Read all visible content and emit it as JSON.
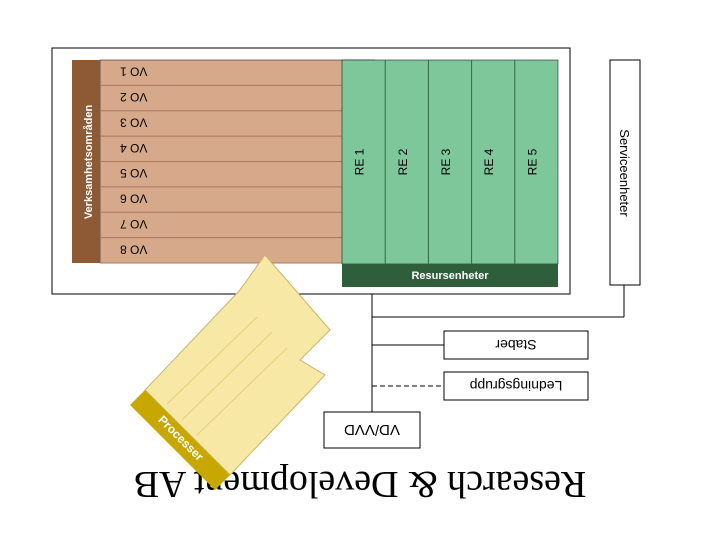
{
  "title": "Research & Development AB",
  "top_box": "VD/VVD",
  "process_arrow_label": "Processer",
  "staff_boxes": [
    {
      "label": "Ledningsgrupp",
      "connector": "dashed"
    },
    {
      "label": "Staber",
      "connector": "solid"
    }
  ],
  "service_unit": "Serviceenheter",
  "business_units_label": "Verksamhetsområden",
  "business_units": [
    "VO 1",
    "VO 2",
    "VO 3",
    "VO 4",
    "VO 5",
    "VO 6",
    "VO 7",
    "VO 8"
  ],
  "resource_units_label": "Resursenheter",
  "resource_units": [
    "RE 1",
    "RE 2",
    "RE 3",
    "RE 4",
    "RE 5"
  ],
  "colors": {
    "vo_band": "#d6a98b",
    "vo_label_bar": "#8c5a34",
    "re_band": "#7dc79b",
    "re_label_bar": "#2f5e3d",
    "arrow_fill": "#f8e8a6",
    "arrow_label_bar": "#c8a800",
    "line": "#000000"
  }
}
